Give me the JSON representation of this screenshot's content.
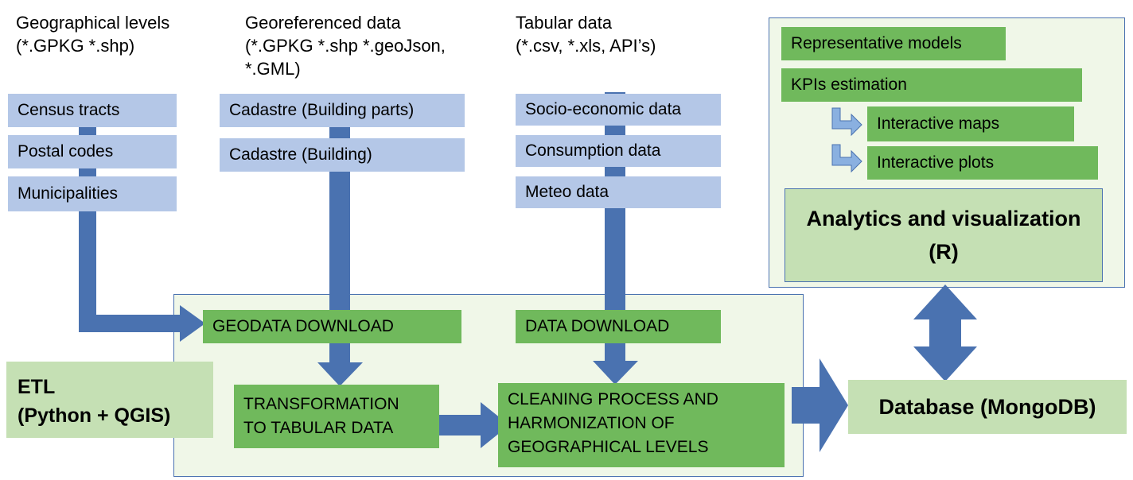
{
  "headers": {
    "geo_levels": "Geographical levels\n(*.GPKG *.shp)",
    "georef": "Georeferenced data\n(*.GPKG *.shp *.geoJson,\n*.GML)",
    "tabular": "Tabular data\n(*.csv, *.xls, API’s)"
  },
  "geo_levels": [
    "Census tracts",
    "Postal codes",
    "Municipalities"
  ],
  "georef_items": [
    "Cadastre (Building parts)",
    "Cadastre (Building)"
  ],
  "tabular_items": [
    "Socio-economic data",
    "Consumption data",
    "Meteo data"
  ],
  "etl": {
    "title": "ETL\n(Python + QGIS)",
    "geodata_download": "GEODATA DOWNLOAD",
    "data_download": "DATA DOWNLOAD",
    "transformation": "TRANSFORMATION\nTO TABULAR DATA",
    "cleaning": "CLEANING PROCESS AND\nHARMONIZATION OF\nGEOGRAPHICAL LEVELS"
  },
  "database": "Database (MongoDB)",
  "analytics": {
    "representative_models": "Representative models",
    "kpis": "KPIs  estimation",
    "maps": "Interactive maps",
    "plots": "Interactive plots",
    "title": "Analytics and visualization\n(R)"
  },
  "colors": {
    "source_box": "#b4c7e7",
    "process_box": "#70b95c",
    "label_box": "#c5e0b4",
    "arrow": "#4a72b0"
  }
}
